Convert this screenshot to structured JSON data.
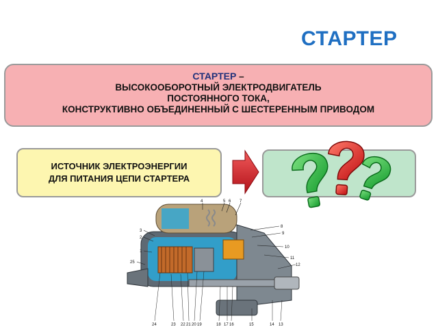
{
  "slide": {
    "title": "СТАРТЕР"
  },
  "definition": {
    "term": "СТАРТЕР",
    "dash": " –",
    "line1": "ВЫСОКООБОРОТНЫЙ ЭЛЕКТРОДВИГАТЕЛЬ",
    "line2": "ПОСТОЯННОГО ТОКА,",
    "line3": "КОНСТРУКТИВНО ОБЪЕДИНЕННЫЙ С ШЕСТЕРЕННЫМ ПРИВОДОМ"
  },
  "source_box": {
    "line1": "ИСТОЧНИК ЭЛЕКТРОЭНЕРГИИ",
    "line2": "ДЛЯ ПИТАНИЯ ЦЕПИ СТАРТЕРА"
  },
  "diagram": {
    "top_labels": [
      "4",
      "5",
      "6",
      "7"
    ],
    "right_labels": [
      "8",
      "9",
      "10",
      "11",
      "12"
    ],
    "left_labels": [
      "3",
      "2",
      "1",
      "25"
    ],
    "bottom_labels": [
      "24",
      "23",
      "22",
      "21",
      "20",
      "19",
      "18",
      "17",
      "16",
      "15",
      "14",
      "13"
    ]
  },
  "colors": {
    "title": "#1f6fc2",
    "definition_bg": "#f7b0b3",
    "source_bg": "#fdf6b0",
    "answer_bg": "#bfe5cb",
    "arrow": "#d8222a",
    "qmark_green": "#2fb84a",
    "qmark_red": "#e02222"
  }
}
